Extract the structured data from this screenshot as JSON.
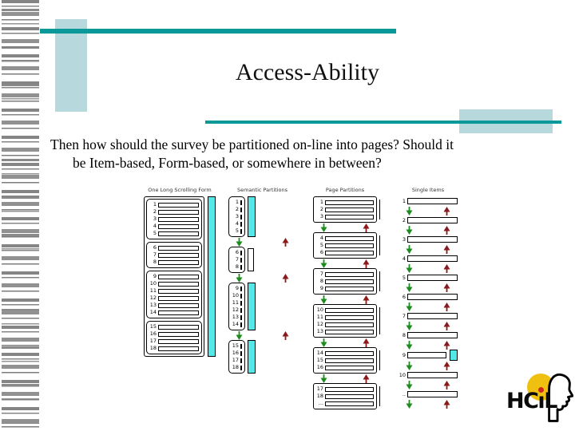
{
  "slide": {
    "title": "Access-Ability",
    "body_line1": "Then how should the survey be partitioned on-line into pages? Should it",
    "body_line2": "be Item-based, Form-based, or somewhere in between?"
  },
  "colors": {
    "teal": "#0b9898",
    "light_teal": "#b7d8dc",
    "scrollbar_cyan": "#55e8e8",
    "arrow_green": "#1e8b1e",
    "arrow_red": "#8b1a1a",
    "logo_yellow": "#f0c010",
    "logo_red": "#cc2a1d"
  },
  "diagram": {
    "columns": [
      {
        "label": "One Long Scrolling Form",
        "type": "scrolling-form",
        "groups": [
          [
            "1",
            "2",
            "3",
            "4",
            "5"
          ],
          [
            "6",
            "7",
            "8"
          ],
          [
            "9",
            "10",
            "11",
            "12",
            "13",
            "14"
          ],
          [
            "15",
            "16",
            "17",
            "18"
          ]
        ]
      },
      {
        "label": "Semantic Partitions",
        "type": "semantic-partitions",
        "groups": [
          [
            "1",
            "2",
            "3",
            "4",
            "5"
          ],
          [
            "6",
            "7",
            "8"
          ],
          [
            "9",
            "10",
            "11",
            "12",
            "13",
            "14"
          ],
          [
            "15",
            "16",
            "17",
            "18"
          ]
        ],
        "scrollbars": [
          true,
          false,
          true,
          true
        ]
      },
      {
        "label": "Page Partitions",
        "type": "page-partitions",
        "groups": [
          [
            "1",
            "2",
            "3"
          ],
          [
            "4",
            "5",
            "6"
          ],
          [
            "7",
            "8",
            "9"
          ],
          [
            "10",
            "11",
            "12",
            "13"
          ],
          [
            "14",
            "15",
            "16"
          ],
          [
            "17",
            "18",
            "..."
          ]
        ]
      },
      {
        "label": "Single Items",
        "type": "single-items",
        "groups": [
          [
            "1"
          ],
          [
            "2"
          ],
          [
            "3"
          ],
          [
            "4"
          ],
          [
            "5"
          ],
          [
            "6"
          ],
          [
            "7"
          ],
          [
            "8"
          ],
          [
            "9"
          ],
          [
            "10"
          ],
          [
            ".."
          ]
        ],
        "scrollbar_item": "9"
      }
    ]
  },
  "logo": {
    "hc": "HC",
    "i": "ı",
    "l": "L"
  }
}
